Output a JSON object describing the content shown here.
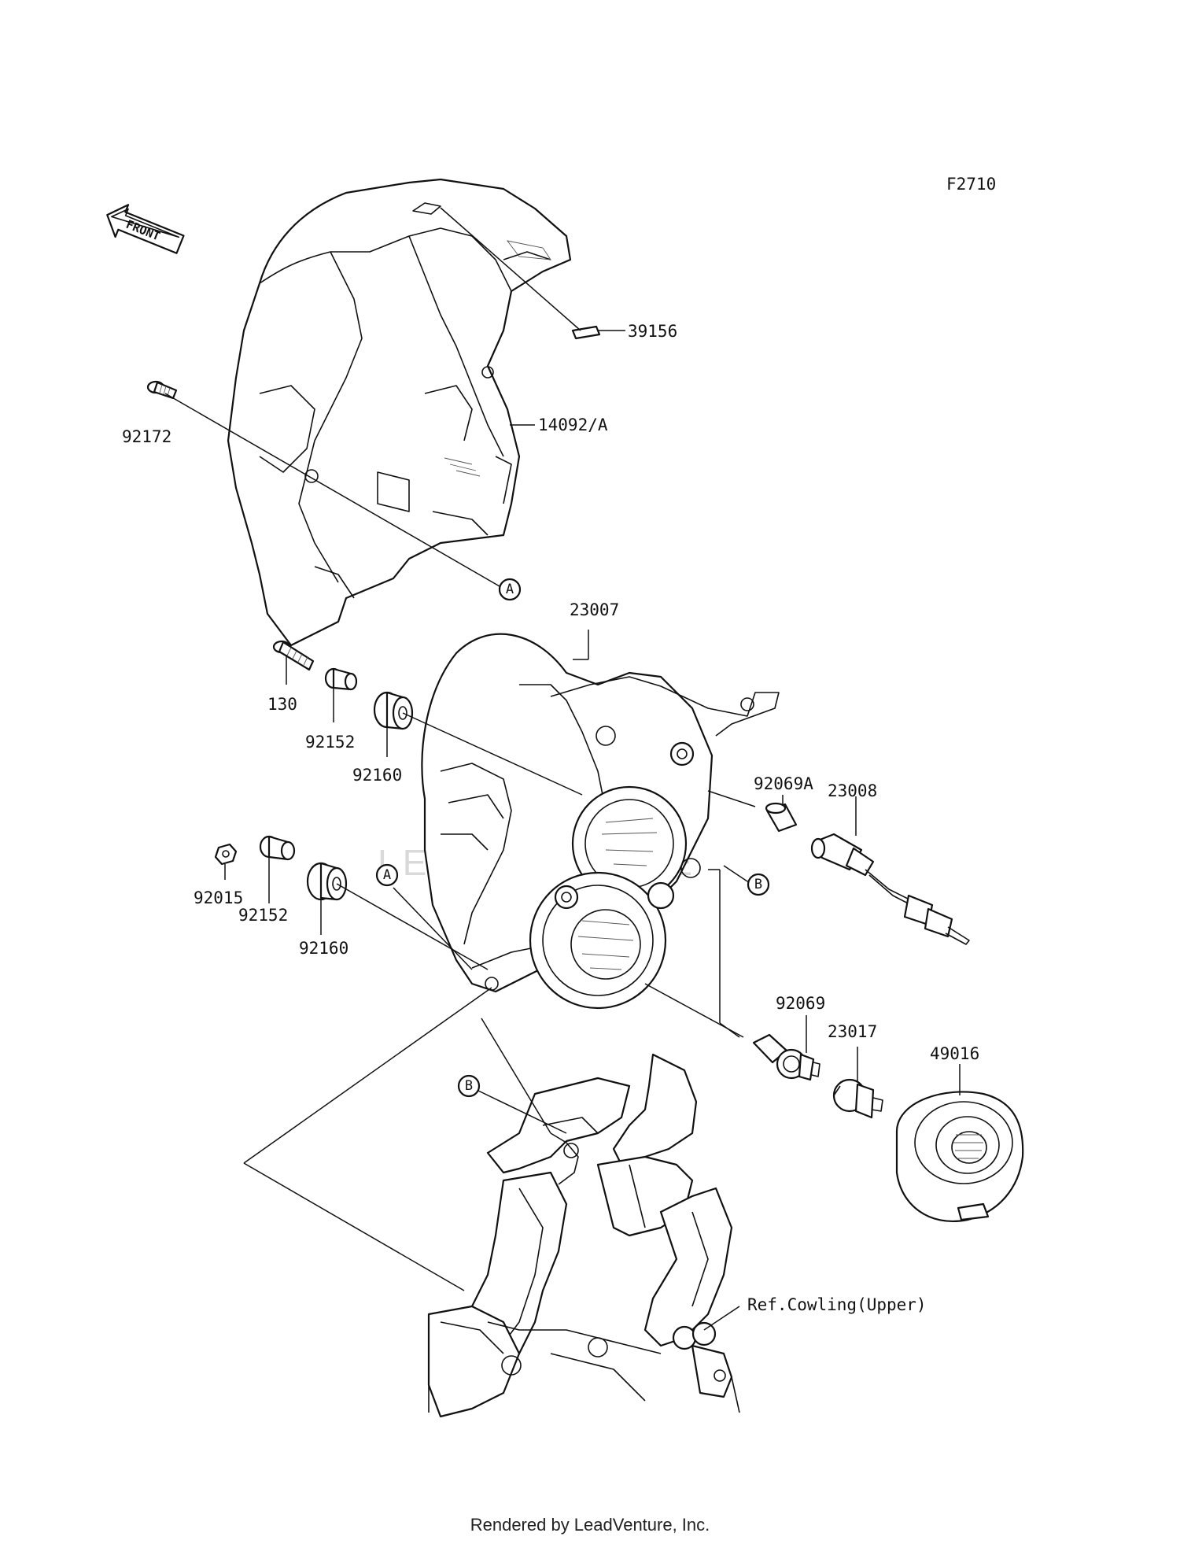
{
  "figure_code": "F2710",
  "front_arrow_label": "FRONT",
  "watermark_text": "LEADVENTURE",
  "footer_text": "Rendered by LeadVenture, Inc.",
  "callouts": {
    "c39156": "39156",
    "c14092A": "14092/A",
    "c92172": "92172",
    "c23007": "23007",
    "c130": "130",
    "c92152a": "92152",
    "c92160a": "92160",
    "c92015": "92015",
    "c92152b": "92152",
    "c92160b": "92160",
    "c92069A": "92069A",
    "c23008": "23008",
    "c92069": "92069",
    "c23017": "23017",
    "c49016": "49016",
    "ref_cowling": "Ref.Cowling(Upper)"
  },
  "reference_markers": {
    "a1": "A",
    "a2": "A",
    "b1": "B",
    "b2": "B"
  }
}
